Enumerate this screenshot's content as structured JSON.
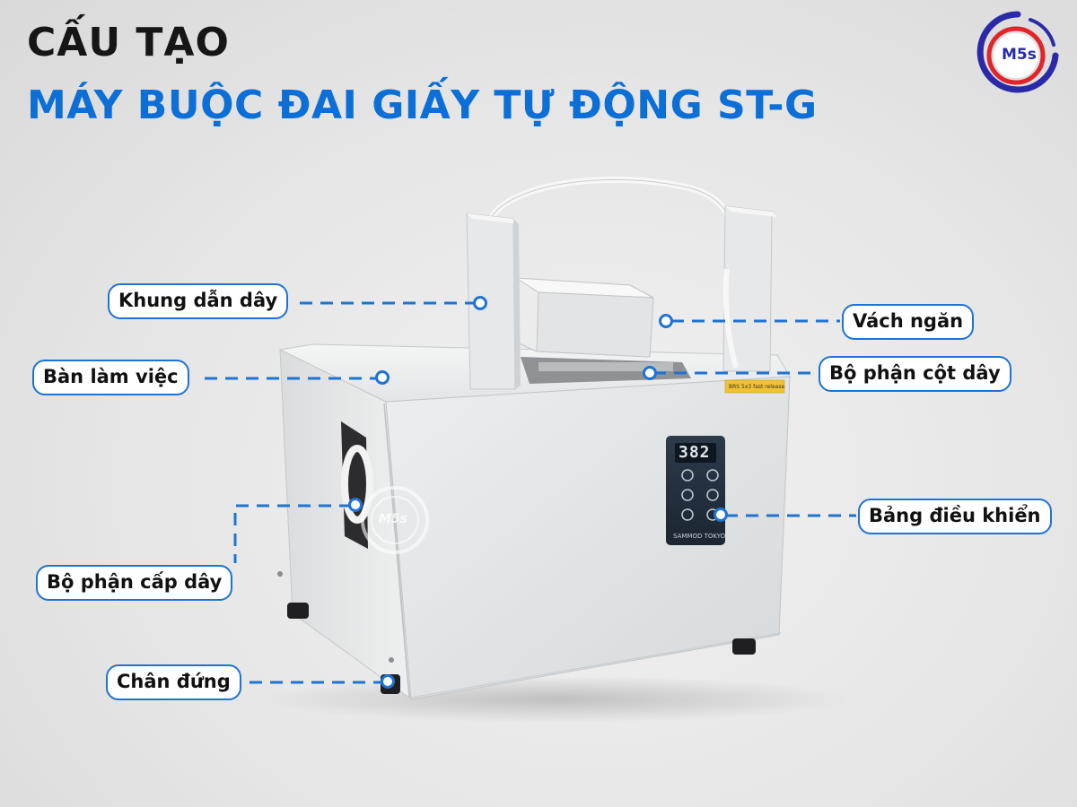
{
  "header": {
    "title_line1": "CẤU TẠO",
    "title_line2": "MÁY BUỘC ĐAI GIẤY TỰ ĐỘNG ST-G"
  },
  "brand": {
    "logo_text": "M5s",
    "watermark_text": "M5s"
  },
  "machine": {
    "display_value": "382",
    "panel_brand": "SAMMOD TOKYO",
    "warning_sticker": "BRS 5x3 fast release"
  },
  "parts": [
    {
      "id": "guide-frame",
      "label": "Khung dẫn dây"
    },
    {
      "id": "partition",
      "label": "Vách ngăn"
    },
    {
      "id": "work-table",
      "label": "Bàn làm việc"
    },
    {
      "id": "tie-unit",
      "label": "Bộ phận cột dây"
    },
    {
      "id": "control-panel",
      "label": "Bảng điều khiển"
    },
    {
      "id": "feed-unit",
      "label": "Bộ phận cấp dây"
    },
    {
      "id": "stand-foot",
      "label": "Chân đứng"
    }
  ],
  "colors": {
    "accent": "#1f73d2",
    "title_blue": "#0c6fd7",
    "title_dark": "#161616",
    "logo_red": "#e0242a",
    "logo_blue": "#2a2aa8"
  }
}
